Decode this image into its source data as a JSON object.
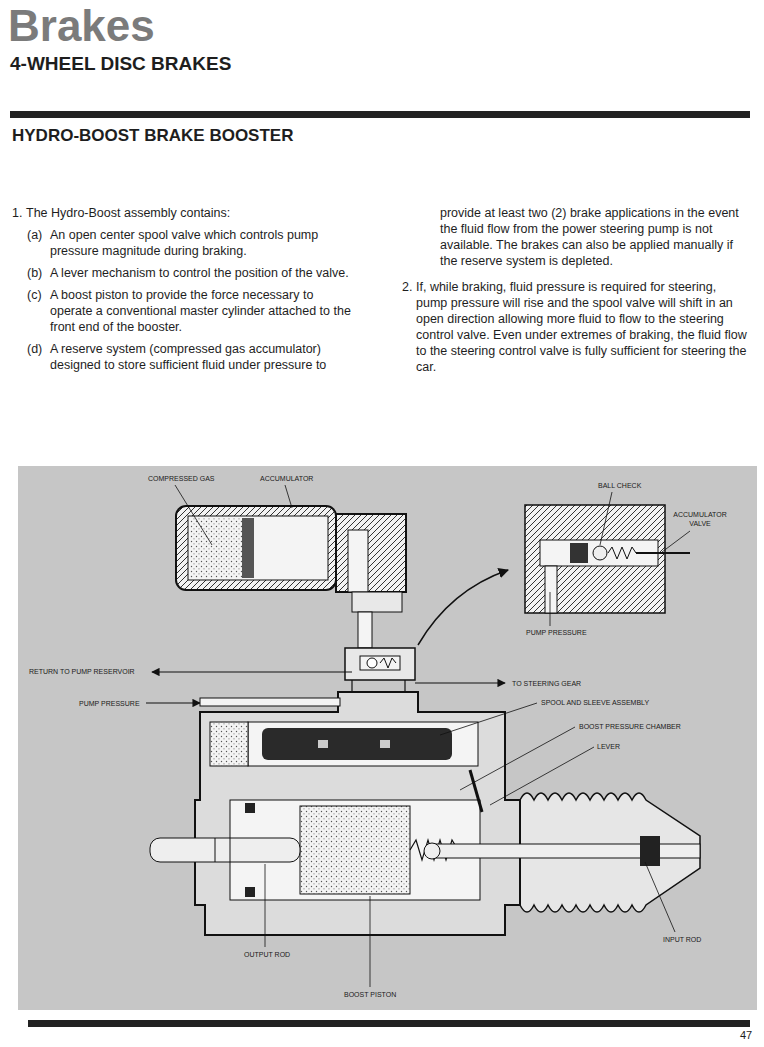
{
  "diagram": {
    "title": "Brakes",
    "labels": [
      "4-WHEEL DISC BRAKES",
      "HYDRO-BOOST BRAKE BOOSTER",
      "1.",
      "The Hydro-Boost assembly contains:",
      "(a)",
      "An open center spool valve which controls pump pressure magnitude during braking.",
      "(b)",
      "A lever mechanism to control the position of the valve.",
      "(c)",
      "A boost piston to provide the force necessary to operate a conventional master cylinder attached to the front end of the booster.",
      "(d)",
      "A reserve system (compressed gas accumulator) designed to store sufficient fluid under pressure to provide at least two (2) brake applications in the event the fluid flow from the power steering pump is not available. The brakes can also be applied manually if the reserve system is depleted.",
      "2.",
      "If, while braking, fluid pressure is required for steering, pump pressure will rise and the spool valve will shift in an open direction allowing more fluid to flow to the steering control valve. Even under extremes of braking, the fluid flow to the steering control valve is fully sufficient for steering the car.",
      "COMPRESSED GAS",
      "ACCUMULATOR",
      "BALL CHECK",
      "ACCUMULATOR VALVE",
      "PUMP PRESSURE",
      "RETURN TO PUMP RESERVOIR",
      "PUMP PRESSURE",
      "TO STEERING GEAR",
      "SPOOL AND SLEEVE ASSEMBLY",
      "BOOST PRESSURE CHAMBER",
      "LEVER",
      "INPUT ROD",
      "OUTPUT ROD",
      "BOOST PISTON",
      "47"
    ]
  }
}
